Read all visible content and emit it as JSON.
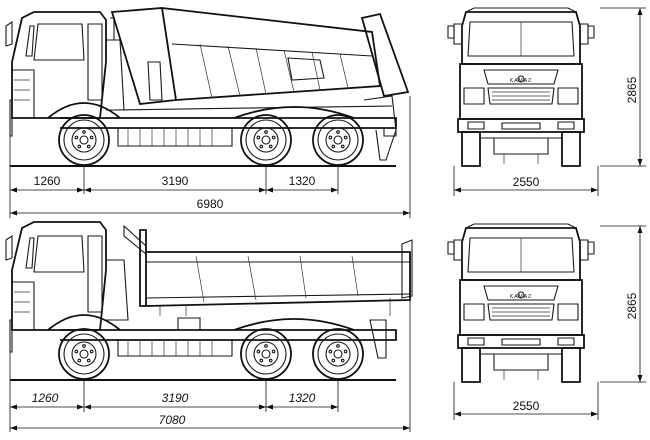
{
  "upper": {
    "side": {
      "d1": "1260",
      "d2": "3190",
      "d3": "1320",
      "total": "6980"
    },
    "front": {
      "height": "2865",
      "width": "2550",
      "brand": "KAMAZ"
    }
  },
  "lower": {
    "side": {
      "d1": "1260",
      "d2": "3190",
      "d3": "1320",
      "total": "7080"
    },
    "front": {
      "height": "2865",
      "width": "2550",
      "brand": "KAMAZ"
    }
  },
  "colors": {
    "line": "#1a1a1a",
    "background": "#ffffff"
  }
}
